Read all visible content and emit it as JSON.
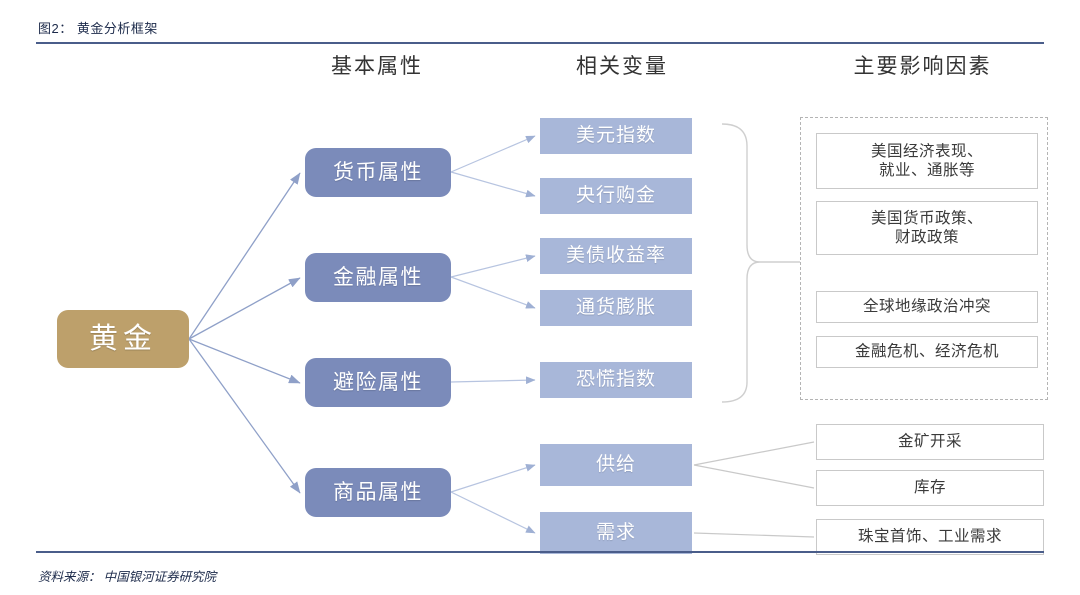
{
  "figure": {
    "title": "图2： 黄金分析框架",
    "source": "资料来源： 中国银河证券研究院"
  },
  "columns": [
    {
      "label": "基本属性"
    },
    {
      "label": "相关变量"
    },
    {
      "label": "主要影响因素"
    }
  ],
  "colors": {
    "gold_node": "#bda06b",
    "attribute_node": "#7b8bba",
    "variable_node": "#a8b7d9",
    "factor_border": "#c9c9c9",
    "rule": "#4a5d8a",
    "arrow": "#8fa0c8",
    "wire_gray": "#c9c9c9"
  },
  "root": {
    "label": "黄金"
  },
  "attributes": [
    {
      "label": "货币属性"
    },
    {
      "label": "金融属性"
    },
    {
      "label": "避险属性"
    },
    {
      "label": "商品属性"
    }
  ],
  "variables": [
    {
      "label": "美元指数"
    },
    {
      "label": "央行购金"
    },
    {
      "label": "美债收益率"
    },
    {
      "label": "通货膨胀"
    },
    {
      "label": "恐慌指数"
    },
    {
      "label": "供给"
    },
    {
      "label": "需求"
    }
  ],
  "factors": [
    {
      "label": "美国经济表现、\n就业、通胀等"
    },
    {
      "label": "美国货币政策、\n财政政策"
    },
    {
      "label": "全球地缘政治冲突"
    },
    {
      "label": "金融危机、经济危机"
    },
    {
      "label": "金矿开采"
    },
    {
      "label": "库存"
    },
    {
      "label": "珠宝首饰、工业需求"
    }
  ]
}
